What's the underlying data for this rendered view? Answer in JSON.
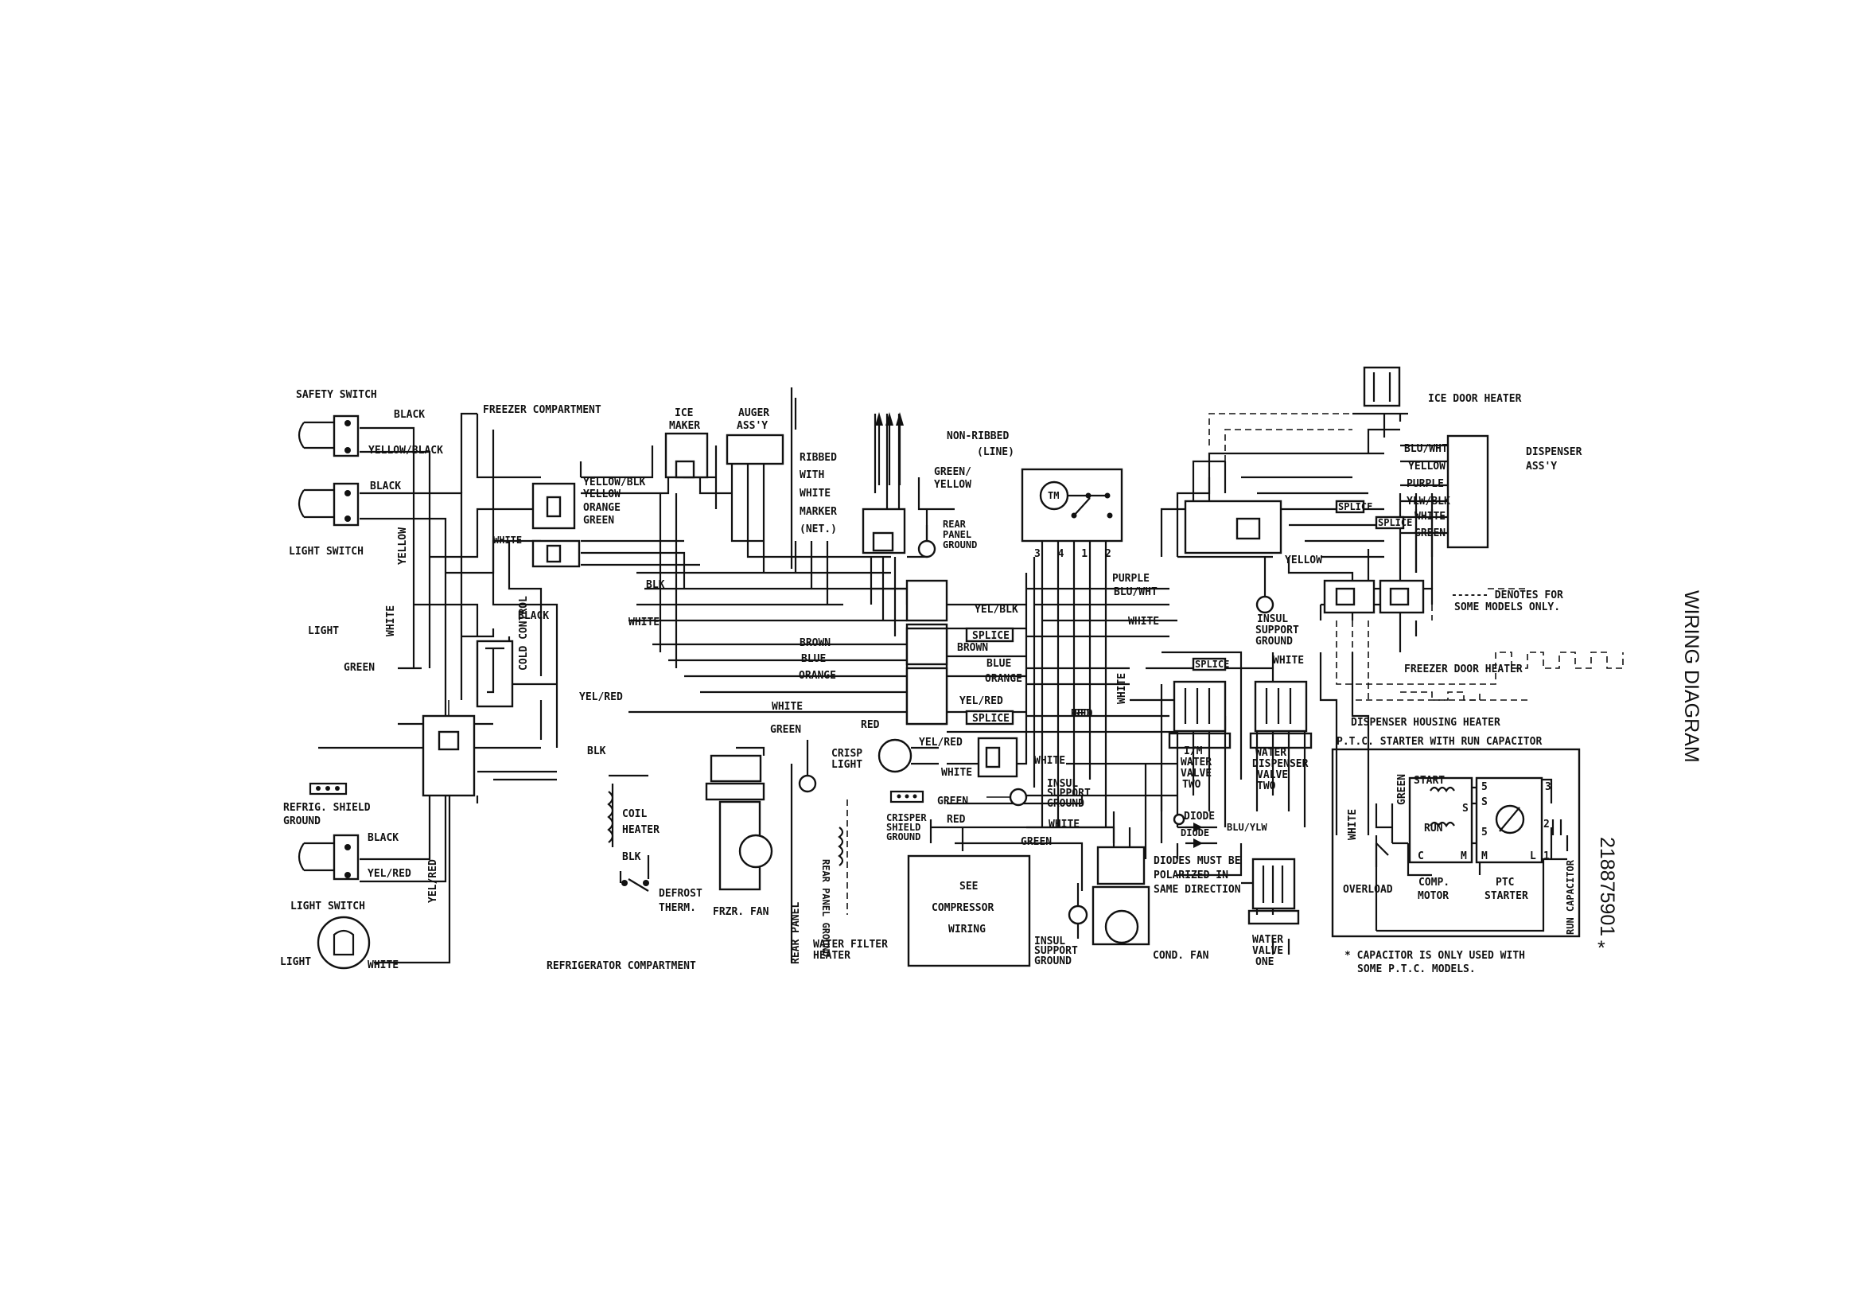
{
  "page": {
    "title": "WIRING DIAGRAM",
    "part_number": "218875901",
    "asterisk": "*"
  },
  "labels": {
    "safety_switch": "SAFETY SWITCH",
    "black_1": "BLACK",
    "yellow_black": "YELLOW/BLACK",
    "black_2": "BLACK",
    "light_switch_top": "LIGHT SWITCH",
    "freezer_compartment": "FREEZER COMPARTMENT",
    "yellow_v": "YELLOW",
    "white_v": "WHITE",
    "light_top": "LIGHT",
    "green_left": "GREEN",
    "white_small": "WHITE",
    "black_cold": "BLACK",
    "cold_control": "COLD CONTROL",
    "yellow_blk": "YELLOW/BLK",
    "yellow": "YELLOW",
    "orange": "ORANGE",
    "green": "GREEN",
    "blk_1": "BLK",
    "white_mid": "WHITE",
    "yel_red_1": "YEL/RED",
    "ice_maker_1": "ICE",
    "ice_maker_2": "MAKER",
    "auger_1": "AUGER",
    "auger_2": "ASS'Y",
    "ribbed_1": "RIBBED",
    "ribbed_2": "WITH",
    "ribbed_3": "WHITE",
    "ribbed_4": "MARKER",
    "ribbed_5": "(NET.)",
    "non_ribbed": "NON-RIBBED",
    "line": "(LINE)",
    "green_yellow_1": "GREEN/",
    "green_yellow_2": "YELLOW",
    "rear_panel_ground_1": "REAR",
    "rear_panel_ground_2": "PANEL",
    "rear_panel_ground_3": "GROUND",
    "tm": "TM",
    "tm_pins": "3 4 1 2",
    "yel_blk": "YEL/BLK",
    "splice_1": "SPLICE",
    "brown_a": "BROWN",
    "brown_b": "BROWN",
    "blue_a": "BLUE",
    "blue_b": "BLUE",
    "orange_a": "ORANGE",
    "orange_b": "ORANGE",
    "yel_red_2": "YEL/RED",
    "splice_2": "SPLICE",
    "red_1": "RED",
    "white_2": "WHITE",
    "green_2": "GREEN",
    "red_2": "RED",
    "yel_red_3": "YEL/RED",
    "white_3": "WHITE",
    "crisp_light_1": "CRISP",
    "crisp_light_2": "LIGHT",
    "white_4": "WHITE",
    "green_3": "GREEN",
    "insul_ground_1": "INSUL",
    "insul_ground_2": "SUPPORT",
    "insul_ground_3": "GROUND",
    "crisper_ground_1": "CRISPER",
    "crisper_ground_2": "SHIELD",
    "crisper_ground_3": "GROUND",
    "red_3": "RED",
    "white_5": "WHITE",
    "green_4": "GREEN",
    "purple": "PURPLE",
    "blu_wht": "BLU/WHT",
    "white_6": "WHITE",
    "red_4": "RED",
    "white_v2": "WHITE",
    "yellow_2": "YELLOW",
    "insul_ground_b1": "INSUL",
    "insul_ground_b2": "SUPPORT",
    "insul_ground_b3": "GROUND",
    "white_7": "WHITE",
    "splice_3": "SPLICE",
    "ice_door_heater": "ICE DOOR HEATER",
    "blu_wht_2": "BLU/WHT",
    "yellow_3": "YELLOW",
    "purple_2": "PURPLE",
    "ylw_blk": "YLW/BLK",
    "white_8": "WHITE",
    "green_5": "GREEN",
    "splice_4": "SPLICE",
    "splice_5": "SPLICE",
    "dispenser_1": "DISPENSER",
    "dispenser_2": "ASS'Y",
    "denotes_1": "------ DENOTES FOR",
    "denotes_2": "SOME MODELS ONLY.",
    "freezer_door_heater": "FREEZER DOOR HEATER",
    "dispenser_housing_heater": "DISPENSER HOUSING HEATER",
    "ptc_title": "P.T.C. STARTER WITH RUN CAPACITOR",
    "im_valve_1": "I/M",
    "im_valve_2": "WATER",
    "im_valve_3": "VALVE",
    "im_valve_4": "TWO",
    "wd_valve_1": "WATER",
    "wd_valve_2": "DISPENSER",
    "wd_valve_3": "VALVE",
    "wd_valve_4": "TWO",
    "diode_1": "DIODE",
    "diode_2": "DIODE",
    "blu_ylw": "BLU/YLW",
    "diodes_1": "DIODES MUST BE",
    "diodes_2": "POLARIZED IN",
    "diodes_3": "SAME DIRECTION",
    "water_valve_1": "WATER",
    "water_valve_2": "VALVE",
    "water_valve_3": "ONE",
    "see_comp_1": "SEE",
    "see_comp_2": "COMPRESSOR",
    "see_comp_3": "WIRING",
    "cond_fan": "COND. FAN",
    "insul_ground_c1": "INSUL",
    "insul_ground_c2": "SUPPORT",
    "insul_ground_c3": "GROUND",
    "green_ptc": "GREEN",
    "white_ptc": "WHITE",
    "start": "START",
    "run": "RUN",
    "s_1": "S",
    "c": "C",
    "m_1": "M",
    "n5a": "5",
    "n5b": "5",
    "s_2": "S",
    "m_2": "M",
    "l": "L",
    "n3": "3",
    "n2": "2",
    "n1": "1",
    "overload": "OVERLOAD",
    "comp_motor_1": "COMP.",
    "comp_motor_2": "MOTOR",
    "ptc_starter_1": "PTC",
    "ptc_starter_2": "STARTER",
    "run_capacitor": "RUN CAPACITOR",
    "cap_note_1": "* CAPACITOR IS ONLY USED WITH",
    "cap_note_2": "SOME P.T.C. MODELS.",
    "refrig_shield_1": "REFRIG. SHIELD",
    "refrig_shield_2": "GROUND",
    "black_3": "BLACK",
    "yel_red_4": "YEL/RED",
    "yel_red_v": "YEL/RED",
    "light_switch_bottom": "LIGHT SWITCH",
    "light_bottom": "LIGHT",
    "white_9": "WHITE",
    "refrigerator_compartment": "REFRIGERATOR COMPARTMENT",
    "blk_2": "BLK",
    "coil_heater_1": "COIL",
    "coil_heater_2": "HEATER",
    "blk_3": "BLK",
    "defrost_therm_1": "DEFROST",
    "defrost_therm_2": "THERM.",
    "frzr_fan": "FRZR. FAN",
    "rear_panel_v": "REAR PANEL",
    "rear_panel_ground_v": "REAR PANEL GROUND",
    "water_filter_1": "WATER FILTER",
    "water_filter_2": "HEATER"
  }
}
